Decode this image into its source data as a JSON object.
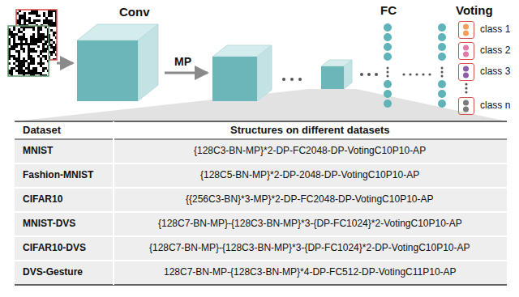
{
  "diagram": {
    "nodes": [
      {
        "text": [
          "Conv"
        ]
      },
      {
        "text": [
          "class 1"
        ]
      },
      {
        "text": [
          "class 2"
        ]
      },
      {
        "text": [
          "class 3"
        ]
      },
      {
        "text": [
          "class n"
        ]
      }
    ],
    "labels": [
      "MP",
      "FC",
      "Voting",
      "Dataset",
      "Structures on different datasets",
      "MNIST",
      "{128C3-BN-MP}*2-DP-FC2048-DP-VotingC10P10-AP",
      "Fashion-MNIST",
      "{128C5-BN-MP}*2-DP-2048-DP-VotingC10P10-AP",
      "CIFAR10",
      "{{256C3-BN}*3-MP}*2-DP-FC2048-DP-VotingC10P10-AP",
      "MNIST-DVS",
      "{128C7-BN-MP}-{128C3-BN-MP}*3-{DP-FC1024}*2-VotingC10P10-AP",
      "CIFAR10-DVS",
      "{128C7-BN-MP}-{128C3-BN-MP}*3-{DP-FC1024}*2-DP-VotingC10P10-AP",
      "DVS-Gesture",
      "128C7-BN-MP-{128C3-BN-MP}*4-DP-FC512-DP-VotingC11P10-AP"
    ]
  }
}
